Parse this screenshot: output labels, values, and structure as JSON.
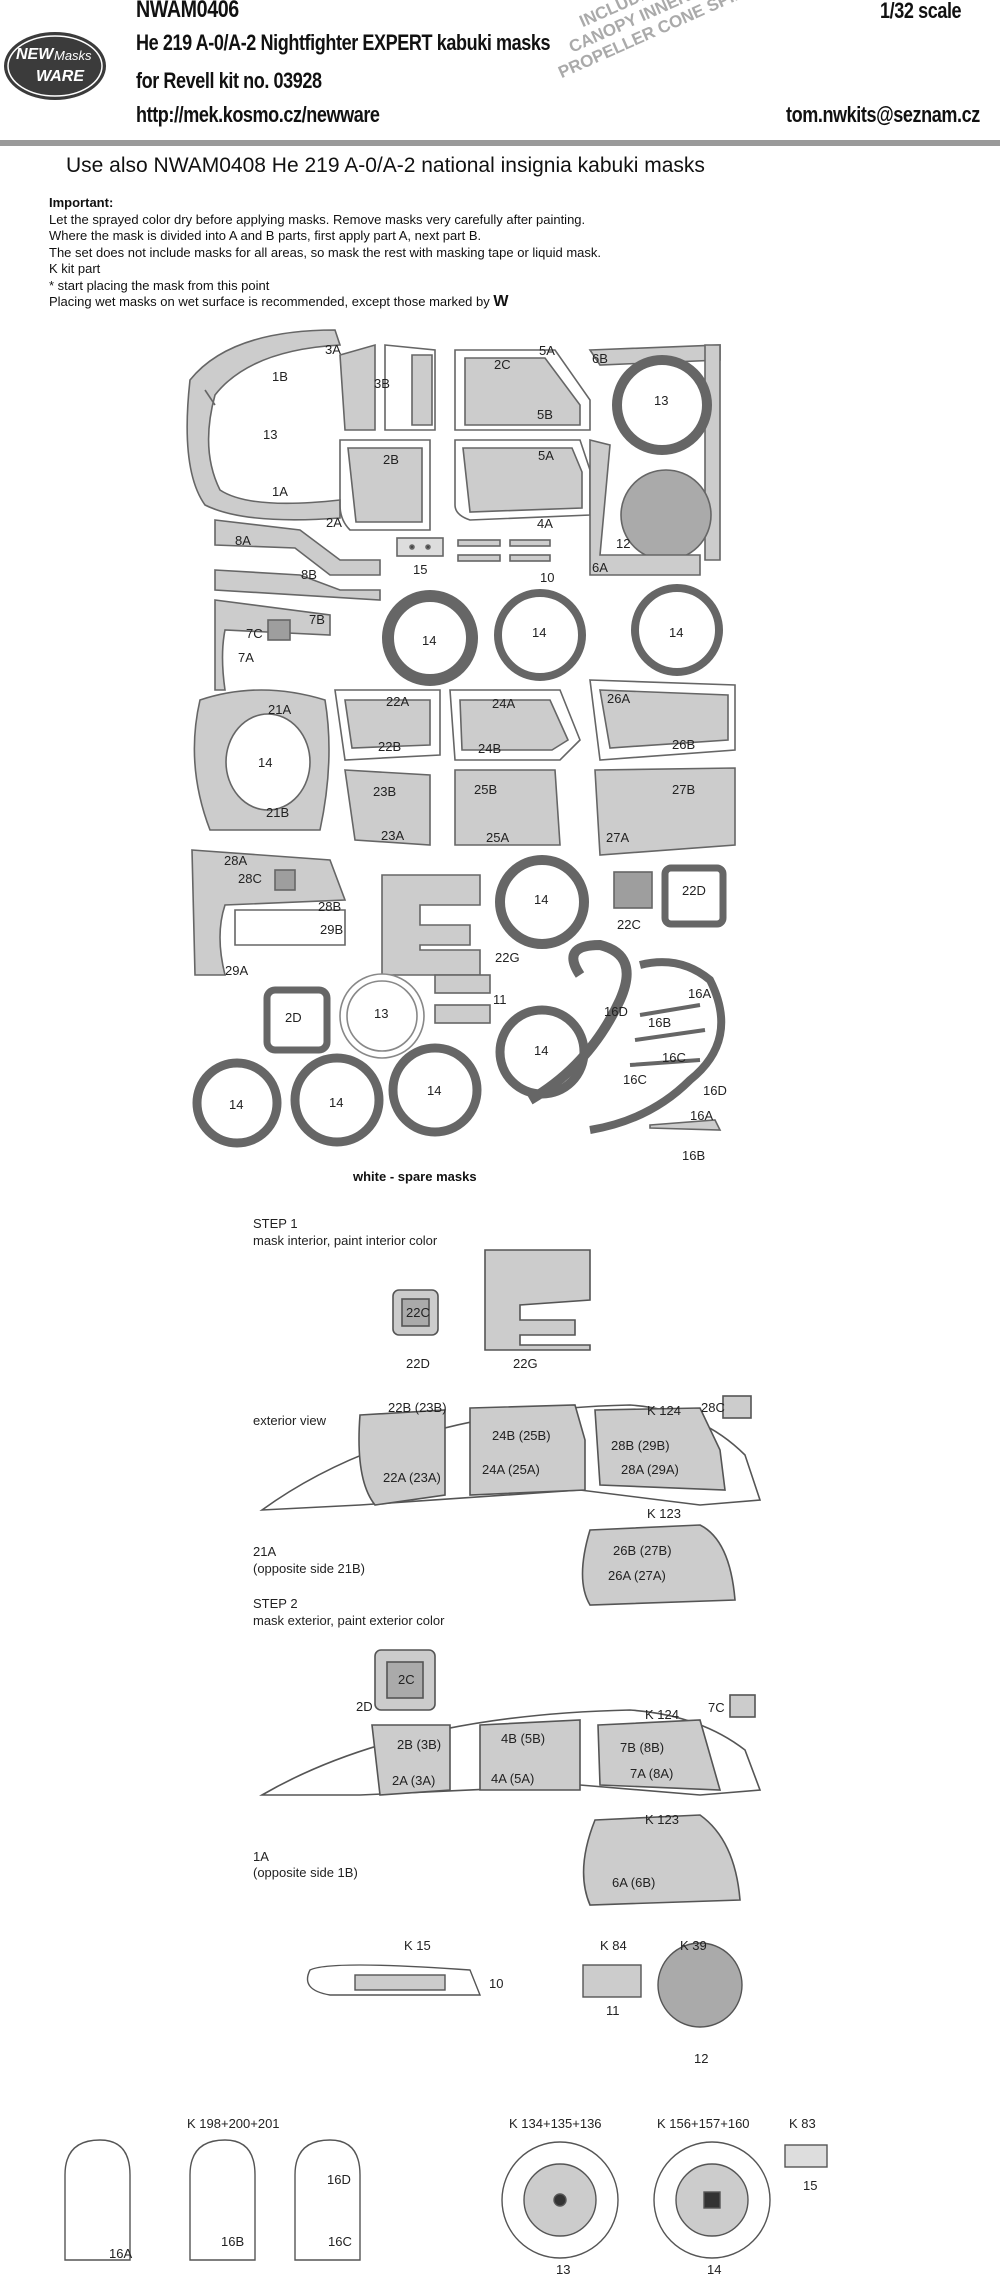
{
  "header": {
    "code": "NWAM0406",
    "title": "He 219 A-0/A-2 Nightfighter EXPERT kabuki masks",
    "kit": "for Revell kit no. 03928",
    "url": "http://mek.kosmo.cz/newware",
    "scale": "1/32 scale",
    "email": "tom.nwkits@seznam.cz",
    "stamp": [
      "INCLUDES ALSO AIRCRAFT",
      "CANOPY INNER SIDE AND",
      "PROPELLER CONE SPIRALS MASKS"
    ],
    "logo": {
      "top": "NEW",
      "mid": "Masks",
      "bottom": "WARE"
    }
  },
  "use_also": "Use also  NWAM0408 He 219 A-0/A-2 national insignia kabuki masks",
  "important": {
    "title": "Important:",
    "lines": [
      "Let the sprayed color dry before applying masks. Remove masks very carefully after painting.",
      "Where the mask is divided into A and B parts, first apply part A, next part B.",
      "The set does not include masks for all areas, so mask the rest with masking tape or liquid mask.",
      "K kit part",
      "*  start placing the mask from this point",
      "Placing wet masks on wet surface is recommended, except those marked by"
    ],
    "wet_symbol": "W"
  },
  "sheet_labels": {
    "l3A": "3A",
    "l1B": "1B",
    "l3B": "3B",
    "l2C": "2C",
    "l5A": "5A",
    "l6B": "6B",
    "l13a": "13",
    "l5B": "5B",
    "l13b": "13",
    "l2B": "2B",
    "l5A2": "5A",
    "l1A": "1A",
    "l2A": "2A",
    "l4A": "4A",
    "l12": "12",
    "l8A": "8A",
    "l15": "15",
    "l10": "10",
    "l6A": "6A",
    "l8B": "8B",
    "l7B": "7B",
    "l7C": "7C",
    "l7A": "7A",
    "l14a": "14",
    "l14b": "14",
    "l14c": "14",
    "l21A": "21A",
    "l22A": "22A",
    "l24A": "24A",
    "l26A": "26A",
    "l14d": "14",
    "l22B": "22B",
    "l24B": "24B",
    "l26B": "26B",
    "l21B": "21B",
    "l23B": "23B",
    "l25B": "25B",
    "l27B": "27B",
    "l23A": "23A",
    "l25A": "25A",
    "l27A": "27A",
    "l28A": "28A",
    "l28C": "28C",
    "l14e": "14",
    "l22D": "22D",
    "l28B": "28B",
    "l29B": "29B",
    "l22C": "22C",
    "l22G": "22G",
    "l29A": "29A",
    "l11": "11",
    "l2D": "2D",
    "l13c": "13",
    "l16D": "16D",
    "l16A": "16A",
    "l16B": "16B",
    "l14f": "14",
    "l16C": "16C",
    "l16C2": "16C",
    "l16D2": "16D",
    "l14g": "14",
    "l14h": "14",
    "l14i": "14",
    "l16A2": "16A",
    "l16B2": "16B"
  },
  "spare_note": "white - spare masks",
  "step1": {
    "title": "STEP 1",
    "desc": "mask interior, paint interior color",
    "c22C": "22C",
    "c22D": "22D",
    "c22G": "22G",
    "exterior_view": "exterior view",
    "a22B": "22B (23B)",
    "a24B": "24B (25B)",
    "k124": "K 124",
    "a28C": "28C",
    "a28B": "28B (29B)",
    "a22A": "22A (23A)",
    "a24A": "24A (25A)",
    "a28A": "28A (29A)",
    "k123": "K 123",
    "a26B": "26B (27B)",
    "a26A": "26A (27A)",
    "a21A": "21A",
    "a21A_opp": "(opposite side 21B)"
  },
  "step2": {
    "title": "STEP 2",
    "desc": "mask exterior, paint exterior color",
    "c2C": "2C",
    "c2D": "2D",
    "b2B": "2B (3B)",
    "b4B": "4B (5B)",
    "k124": "K 124",
    "b7C": "7C",
    "b7B": "7B (8B)",
    "b2A": "2A (3A)",
    "b4A": "4A (5A)",
    "b7A": "7A (8A)",
    "k123": "K 123",
    "b6A": "6A (6B)",
    "b1A": "1A",
    "b1A_opp": "(opposite side 1B)"
  },
  "parts": {
    "k15": "K 15",
    "p10": "10",
    "k84": "K 84",
    "p11": "11",
    "k39": "K 39",
    "p12": "12",
    "k198": "K 198+200+201",
    "p16A": "16A",
    "p16B": "16B",
    "p16D": "16D",
    "p16C": "16C",
    "k134": "K 134+135+136",
    "p13": "13",
    "k156": "K 156+157+160",
    "p14": "14",
    "k83": "K 83",
    "p15": "15"
  },
  "colors": {
    "mask": "#cccccc",
    "line": "#555555",
    "dark": "#333333",
    "fill": "#9e9e9e"
  }
}
